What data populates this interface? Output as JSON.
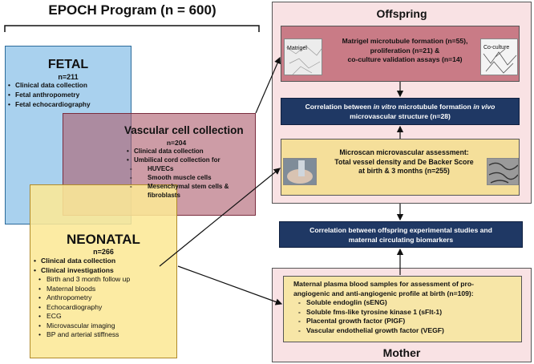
{
  "program": {
    "title": "EPOCH Program (n = 600)"
  },
  "fetal": {
    "title": "FETAL",
    "n": "n=211",
    "items": [
      "Clinical data collection",
      "Fetal anthropometry",
      "Fetal echocardiography"
    ]
  },
  "vascular": {
    "title": "Vascular cell collection",
    "n": "n=204",
    "items": [
      "Clinical data collection",
      "Umbilical cord collection for"
    ],
    "subitems": [
      "HUVECs",
      "Smooth muscle cells",
      "Mesenchymal stem cells & fibroblasts"
    ]
  },
  "neonatal": {
    "title": "NEONATAL",
    "n": "n=266",
    "items": [
      "Clinical data collection",
      "Clinical investigations"
    ],
    "subitems": [
      "Birth and 3 month follow up",
      "Maternal bloods",
      "Anthropometry",
      "Echocardiography",
      "ECG",
      "Microvascular imaging",
      "BP and arterial stiffness"
    ]
  },
  "offspring": {
    "label": "Offspring",
    "matrigel": {
      "line1": "Matrigel microtubule formation (n=55),",
      "line2": "proliferation (n=21) &",
      "line3": "co-culture validation assays (n=14)",
      "img_left_label": "Matrigel",
      "img_right_label": "Co-culture"
    },
    "correlation1": {
      "line1_a": "Correlation between ",
      "line1_b": "in vitro",
      "line1_c": " microtubule formation ",
      "line1_d": "in vivo",
      "line2": "microvascular structure  (n=28)"
    },
    "microscan": {
      "line1": "Microscan microvascular assessment:",
      "line2": "Total vessel density and De Backer Score",
      "line3": "at birth & 3 months (n=255)"
    }
  },
  "correlation2": {
    "line1": "Correlation between offspring experimental studies and",
    "line2": "maternal circulating biomarkers"
  },
  "mother": {
    "label": "Mother",
    "intro1": "Maternal plasma blood samples for assessment of pro-",
    "intro2": "angiogenic and anti-angiogenic profile at birth (n=109):",
    "items": [
      "Soluble endoglin (sENG)",
      "Soluble fms-like tyrosine kinase 1 (sFlt-1)",
      "Placental growth factor (PlGF)",
      "Vascular endothelial growth factor (VEGF)"
    ]
  },
  "colors": {
    "fetal": "#a9d1ee",
    "vascular": "#ae6070",
    "neonatal": "#fce896",
    "panel": "#f9e2e4",
    "navy": "#1f3864",
    "matrigel": "#c97b86",
    "microscan": "#f5df9a"
  }
}
